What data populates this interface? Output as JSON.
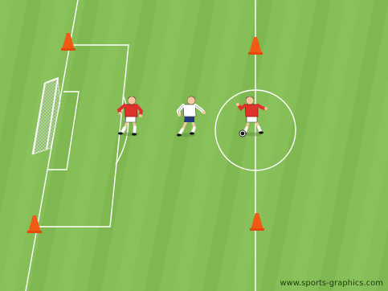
{
  "watermark": {
    "text": "www.sports-graphics.com"
  },
  "colors": {
    "grass_light": "#8cc35f",
    "grass_dark": "#7ab34c",
    "lines": "#ffffff",
    "cone": "#f05a14",
    "team_red_shirt": "#e0322d",
    "team_white_shirt": "#ffffff",
    "shorts_white": "#ffffff",
    "shorts_navy": "#223a7a",
    "skin": "#f2c9a0",
    "hair": "#3a2a1a",
    "ball": "#111111"
  },
  "players": [
    {
      "id": "red-left",
      "team": "red",
      "role": "defender"
    },
    {
      "id": "white-center",
      "team": "white",
      "role": "attacker"
    },
    {
      "id": "red-right",
      "team": "red",
      "role": "attacker-with-ball"
    }
  ],
  "cones_count": 4
}
